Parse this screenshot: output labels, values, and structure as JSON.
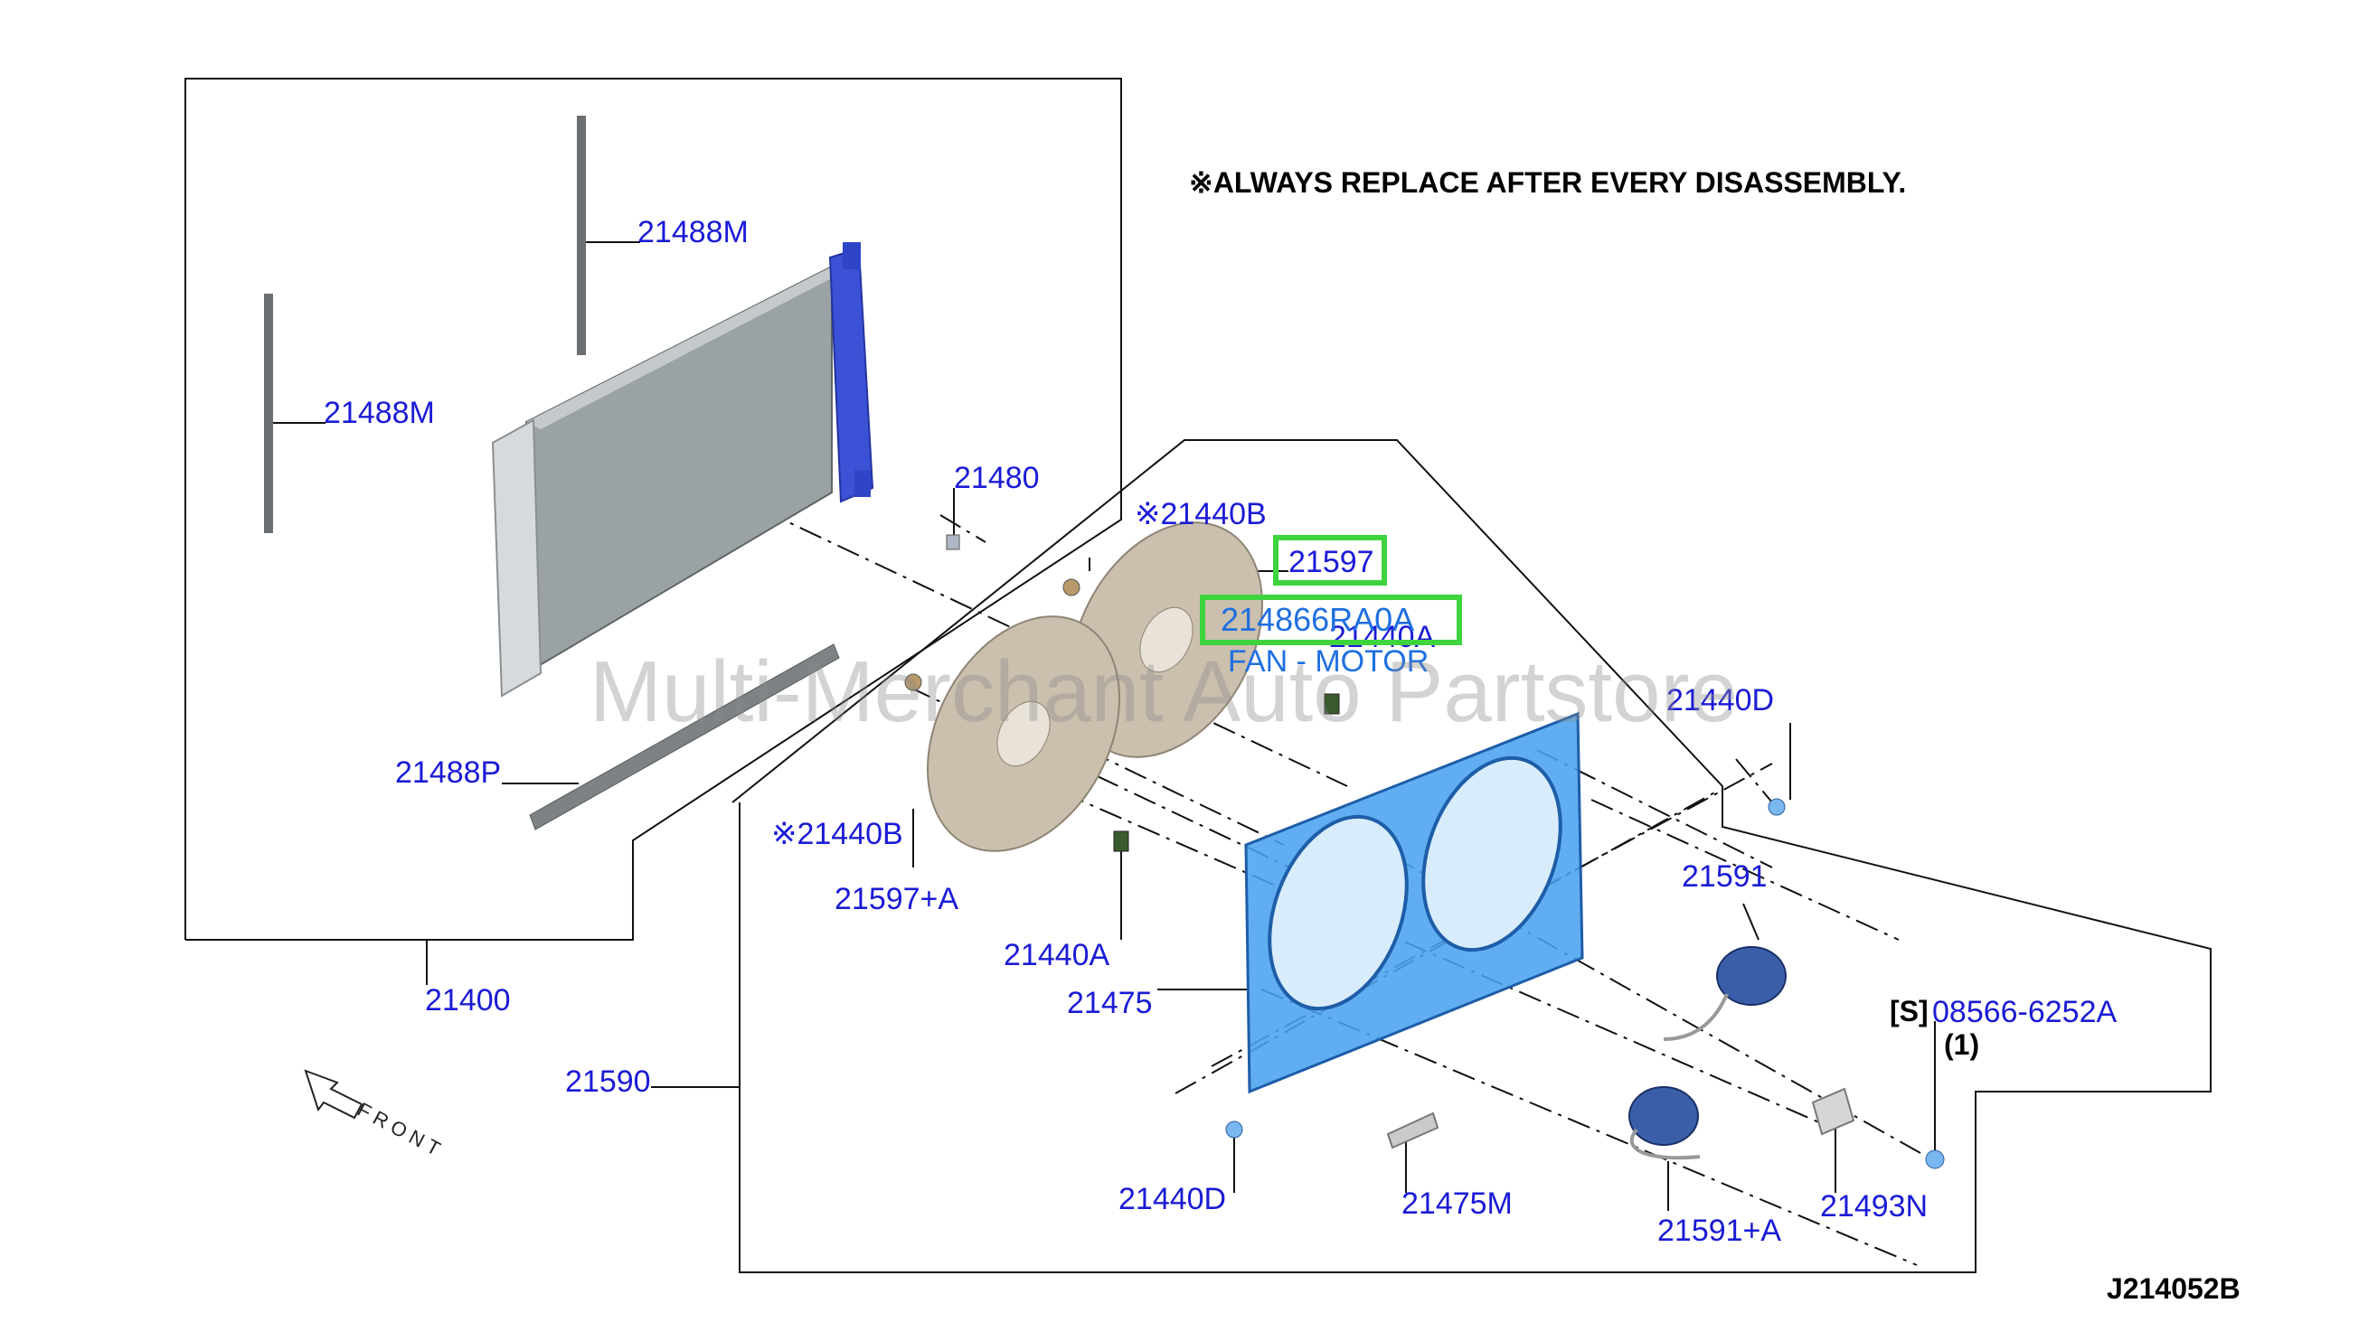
{
  "note": "※ALWAYS REPLACE AFTER EVERY DISASSEMBLY.",
  "diagram_code": "J214052B",
  "watermark": "Multi-Merchant Auto Partstore",
  "front_label": "FRONT",
  "highlight": {
    "part_number": "21597",
    "oem_number": "214866RA0A",
    "description": "FAN - MOTOR"
  },
  "callouts": {
    "p21488m_upper": "21488M",
    "p21488m_lower": "21488M",
    "p21480": "21480",
    "p21440b_upper": "※21440B",
    "p21440a_upper": "21440A",
    "p21440d_right": "21440D",
    "p21488p": "21488P",
    "p21440b_lower": "※21440B",
    "p21597a": "21597+A",
    "p21591": "21591",
    "p21440a_lower": "21440A",
    "p21475": "21475",
    "p21400": "21400",
    "p21590": "21590",
    "p08566_prefix": "[S]",
    "p08566": "08566-6252A",
    "p08566_qty": "(1)",
    "p21440d_lower": "21440D",
    "p21475m": "21475M",
    "p21591a": "21591+A",
    "p21493n": "21493N"
  },
  "colors": {
    "callout_text": "#1b1bd6",
    "highlight_border": "#3ed43e",
    "fan_label_text": "#1f6fe0",
    "shroud_blue": "#4aa3ef",
    "radiator_grey": "#8d9598",
    "fan_blade_tan": "#cbbfae"
  }
}
